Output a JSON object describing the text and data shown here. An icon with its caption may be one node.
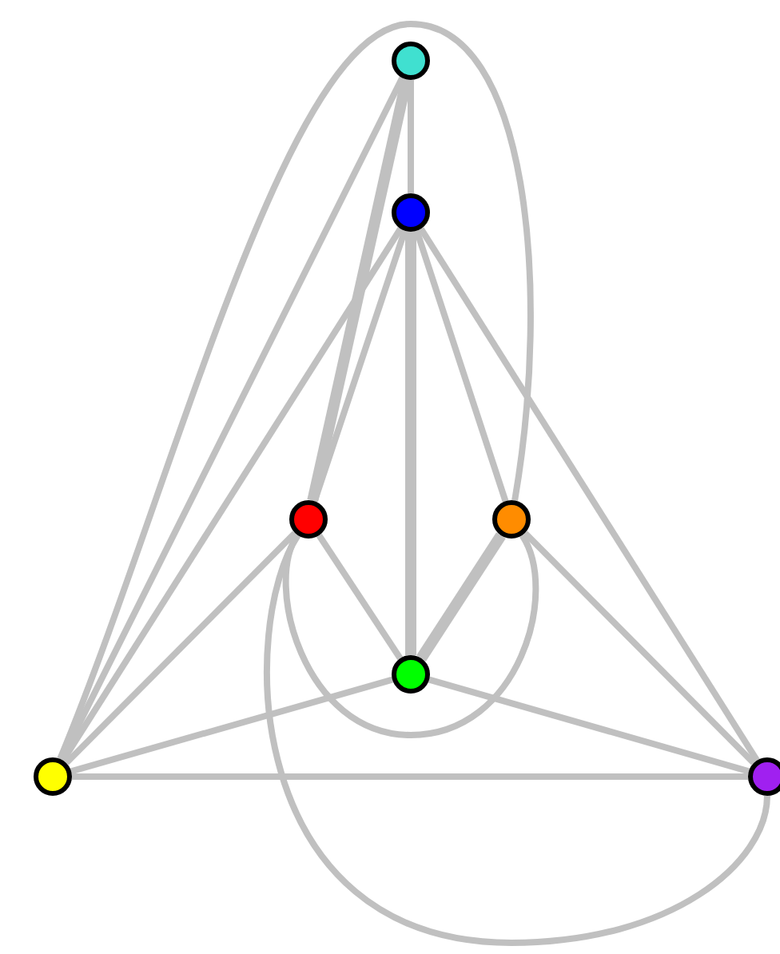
{
  "diagram": {
    "nodes": [
      {
        "text": [],
        "shape": "circle"
      },
      {
        "text": [],
        "shape": "circle"
      },
      {
        "text": [],
        "shape": "circle"
      },
      {
        "text": [],
        "shape": "circle"
      },
      {
        "text": [],
        "shape": "circle"
      },
      {
        "text": [],
        "shape": "circle"
      },
      {
        "text": [],
        "shape": "circle"
      }
    ],
    "edges": [
      {
        "from": 0,
        "to": 1,
        "arrow": "none"
      },
      {
        "from": 0,
        "to": 2,
        "arrow": "none"
      },
      {
        "from": 0,
        "to": 2,
        "arrow": "none"
      },
      {
        "from": 0,
        "to": 5,
        "arrow": "none"
      },
      {
        "from": 5,
        "to": 3,
        "arrow": "none"
      },
      {
        "from": 1,
        "to": 2,
        "arrow": "none"
      },
      {
        "from": 1,
        "to": 4,
        "arrow": "none"
      },
      {
        "from": 1,
        "to": 4,
        "arrow": "none"
      },
      {
        "from": 1,
        "to": 3,
        "arrow": "none"
      },
      {
        "from": 1,
        "to": 6,
        "arrow": "none"
      },
      {
        "from": 1,
        "to": 5,
        "arrow": "none"
      },
      {
        "from": 2,
        "to": 5,
        "arrow": "none"
      },
      {
        "from": 2,
        "to": 4,
        "arrow": "none"
      },
      {
        "from": 2,
        "to": 3,
        "arrow": "none"
      },
      {
        "from": 2,
        "to": 6,
        "arrow": "none"
      },
      {
        "from": 3,
        "to": 4,
        "arrow": "none"
      },
      {
        "from": 3,
        "to": 4,
        "arrow": "none"
      },
      {
        "from": 3,
        "to": 6,
        "arrow": "none"
      },
      {
        "from": 4,
        "to": 5,
        "arrow": "none"
      },
      {
        "from": 4,
        "to": 6,
        "arrow": "none"
      },
      {
        "from": 5,
        "to": 6,
        "arrow": "none"
      }
    ]
  }
}
